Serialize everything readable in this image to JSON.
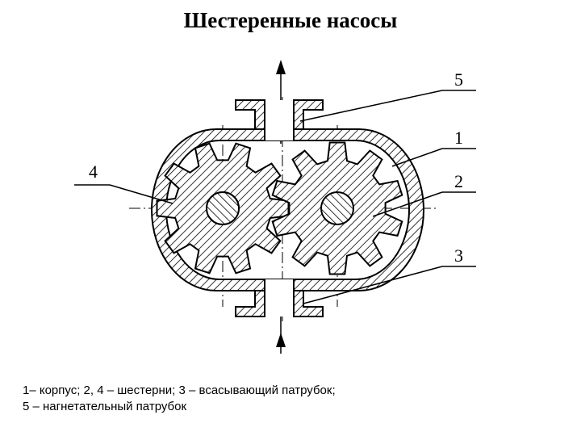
{
  "title": "Шестеренные насосы",
  "labels": {
    "l1": "1",
    "l2": "2",
    "l3": "3",
    "l4": "4",
    "l5": "5"
  },
  "caption": {
    "line1": "1– корпус; 2, 4 – шестерни; 3  – всасывающий патрубок;",
    "line2": "5 – нагнетательный патрубок"
  },
  "colors": {
    "ink": "#000000",
    "background": "#ffffff"
  }
}
